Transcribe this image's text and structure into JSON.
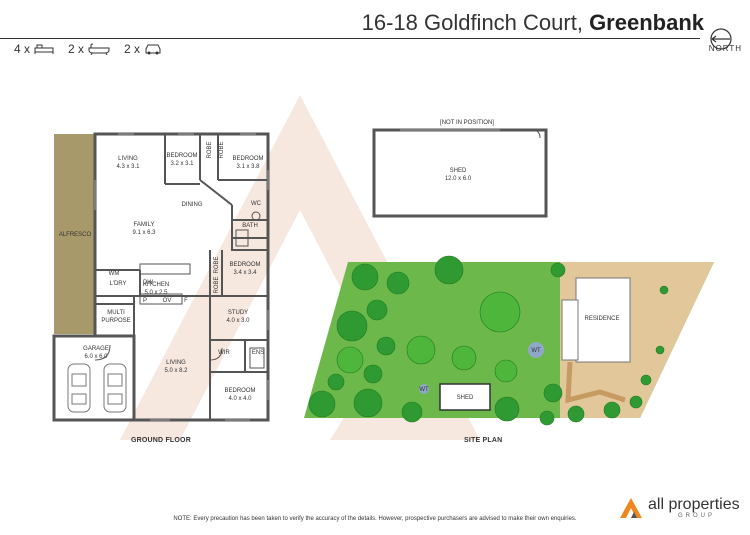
{
  "header": {
    "address_prefix": "16-18 Goldfinch Court, ",
    "address_suburb": "Greenbank",
    "north_label": "NORTH"
  },
  "stats": {
    "bedrooms": "4 x",
    "bathrooms": "2 x",
    "garages": "2 x"
  },
  "ground_floor": {
    "caption": "GROUND FLOOR",
    "rooms": {
      "alfresco": "ALFRESCO",
      "living1_name": "LIVING",
      "living1_size": "4.3 x 3.1",
      "bed1_name": "BEDROOM",
      "bed1_size": "3.2 x 3.1",
      "robe_a": "ROBE",
      "robe_b": "ROBE",
      "bed2_name": "BEDROOM",
      "bed2_size": "3.1 x 3.8",
      "dining": "DINING",
      "wc": "WC",
      "family_name": "FAMILY",
      "family_size": "9.1 x 6.3",
      "bath": "BATH",
      "robe_c": "ROBE",
      "robe_d": "ROBE",
      "bed3_name": "BEDROOM",
      "bed3_size": "3.4 x 3.4",
      "wm": "WM",
      "ldry": "L'DRY",
      "dw": "DW",
      "kitchen_name": "KITCHEN",
      "kitchen_size": "5.0 x 2.5",
      "p": "P",
      "ov": "OV",
      "f": "F",
      "study_name": "STUDY",
      "study_size": "4.0 x 3.0",
      "multi_name": "MULTI",
      "multi_name2": "PURPOSE",
      "garage_name": "GARAGE",
      "garage_size": "6.0 x 6.0",
      "living2_name": "LIVING",
      "living2_size": "5.0 x 8.2",
      "wir": "WIR",
      "ens": "ENS",
      "bed4_name": "BEDROOM",
      "bed4_size": "4.0 x 4.0"
    }
  },
  "site_plan": {
    "caption": "SITE PLAN",
    "not_in_position": "[NOT IN POSITION]",
    "shed_big_name": "SHED",
    "shed_big_size": "12.0 x 6.0",
    "residence": "RESIDENCE",
    "shed_small": "SHED",
    "wt1": "WT",
    "wt2": "WT"
  },
  "footer": {
    "note": "NOTE: Every precaution has been taken to verify the accuracy of the details. However, prospective purchasers are advised to make their own enquiries.",
    "logo_main": "all properties",
    "logo_sub": "GROUP"
  },
  "colors": {
    "alfresco": "#a8996a",
    "grass": "#6db84a",
    "tree": "#2f9a31",
    "tree_light": "#4fb63c",
    "dirt": "#e2c79a",
    "tank": "#8fa8c8",
    "watermark": "#f6e7df",
    "logo_orange": "#f0871e"
  }
}
